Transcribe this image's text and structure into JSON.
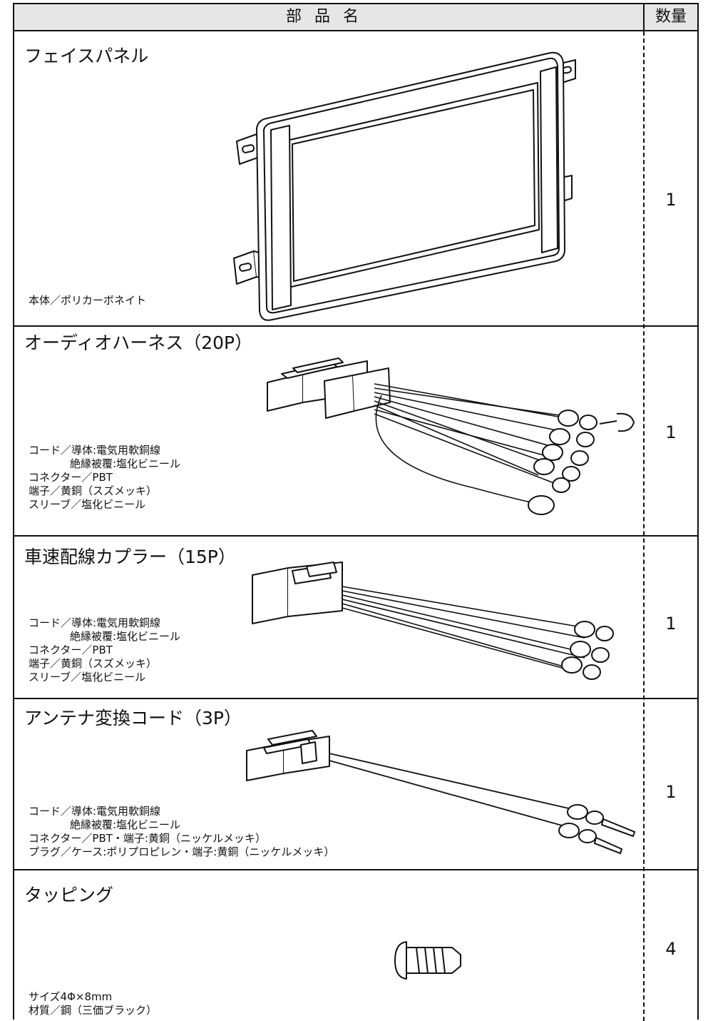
{
  "header": {
    "part_name": "部品名",
    "quantity": "数量"
  },
  "items": [
    {
      "name": "フェイスパネル",
      "notes": [
        "本体／ポリカーボネイト"
      ],
      "qty": "1"
    },
    {
      "name": "オーディオハーネス（20P）",
      "notes": [
        "コード／導体:電気用軟銅線",
        "絶縁被覆:塩化ビニール",
        "コネクター／PBT",
        "端子／黄銅（スズメッキ）",
        "スリーブ／塩化ビニール"
      ],
      "qty": "1"
    },
    {
      "name": "車速配線カプラー（15P）",
      "notes": [
        "コード／導体:電気用軟銅線",
        "絶縁被覆:塩化ビニール",
        "コネクター／PBT",
        "端子／黄銅（スズメッキ）",
        "スリーブ／塩化ビニール"
      ],
      "qty": "1"
    },
    {
      "name": "アンテナ変換コード（3P）",
      "notes": [
        "コード／導体:電気用軟銅線",
        "絶縁被覆:塩化ビニール",
        "コネクター／PBT・端子:黄銅（ニッケルメッキ）",
        "プラグ／ケース:ポリプロピレン・端子:黄銅（ニッケルメッキ）"
      ],
      "qty": "1"
    },
    {
      "name": "タッピング",
      "notes": [
        "サイズ4Φ×8mm",
        "材質／鋼（三価ブラック）"
      ],
      "qty": "4"
    }
  ]
}
